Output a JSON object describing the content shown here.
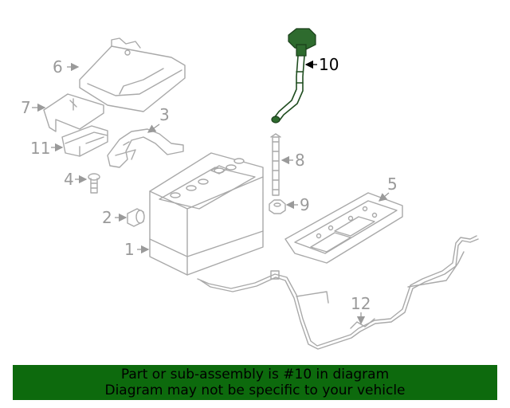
{
  "callouts": {
    "c1": "1",
    "c2": "2",
    "c3": "3",
    "c4": "4",
    "c5": "5",
    "c6": "6",
    "c7": "7",
    "c8": "8",
    "c9": "9",
    "c10": "10",
    "c11": "11",
    "c12": "12"
  },
  "highlighted_part": "10",
  "colors": {
    "banner_bg": "#0d6a0d",
    "highlight": "#2e6b2e",
    "part_line": "#a9a9a9"
  },
  "banner": {
    "line1": "Part or sub-assembly is #10 in diagram",
    "line2": "Diagram may not be specific to your vehicle"
  }
}
